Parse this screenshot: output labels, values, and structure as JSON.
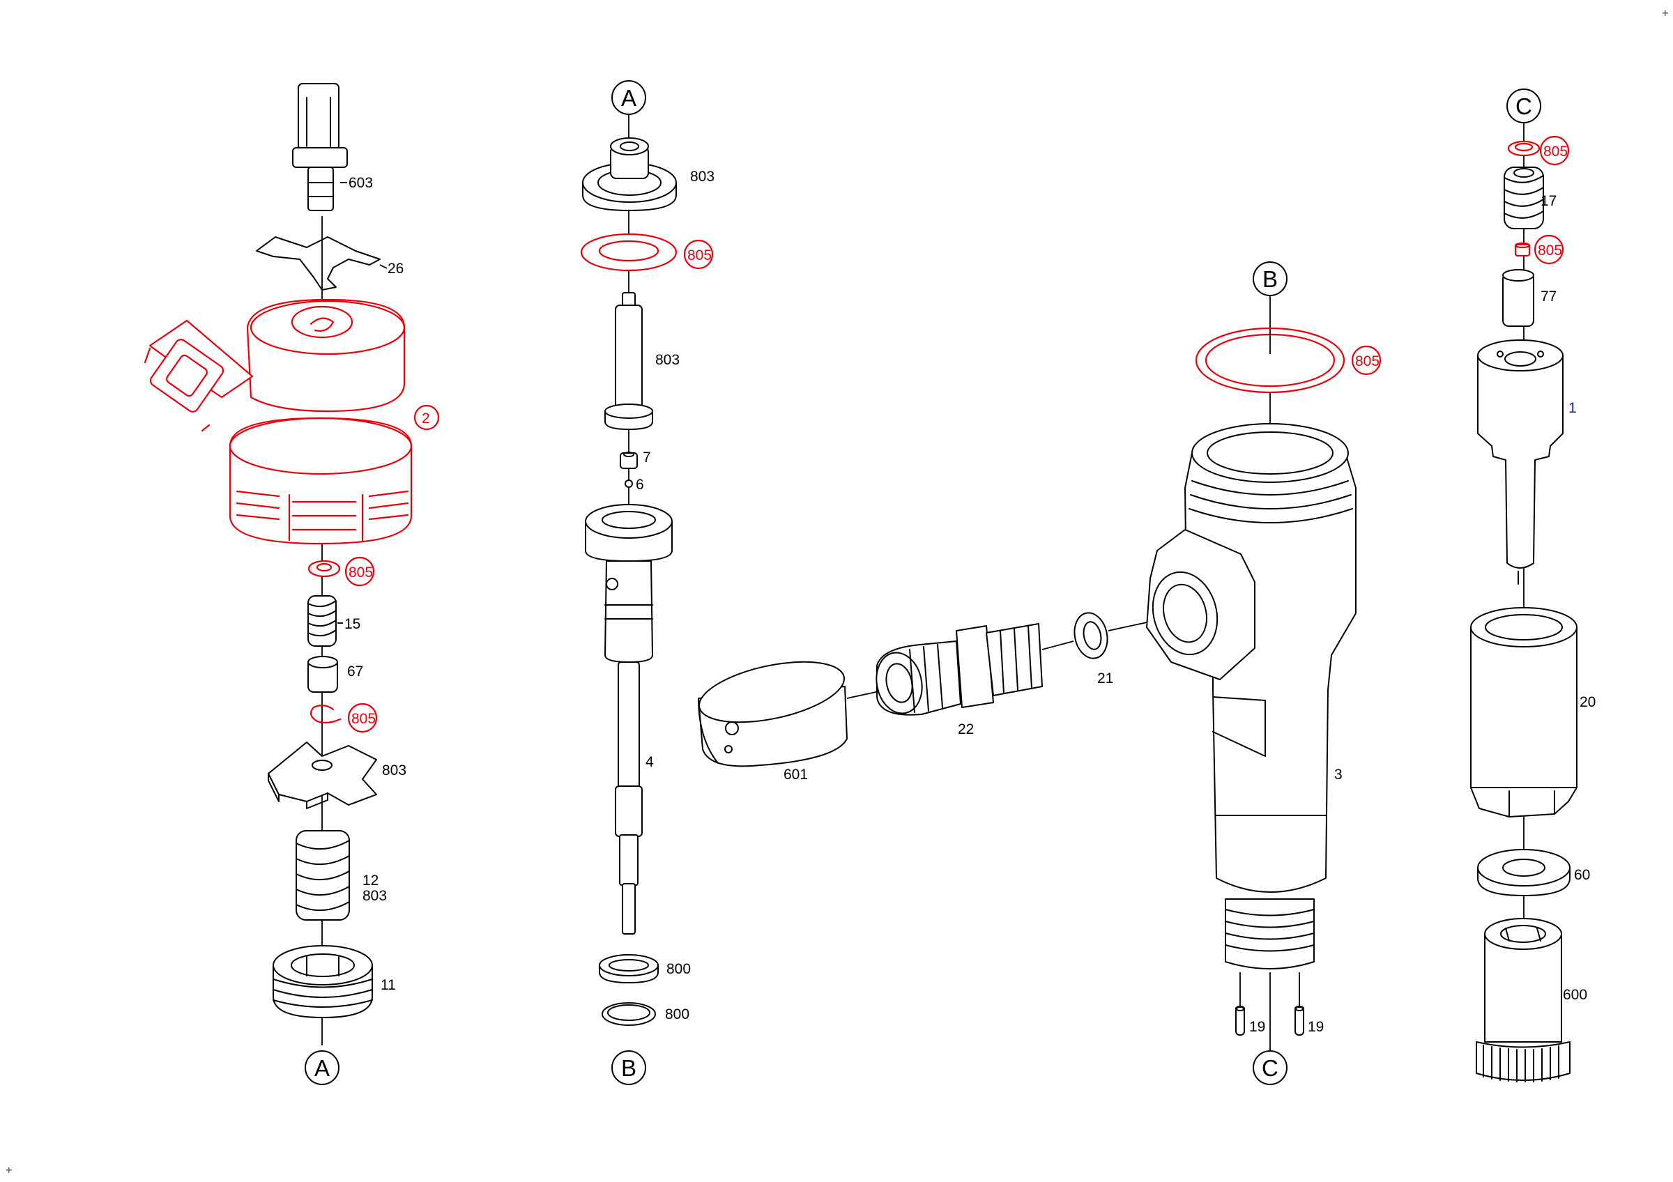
{
  "colors": {
    "line": "#000000",
    "highlight": "#e8000b",
    "blue_label": "#1a1aa8",
    "background": "#ffffff"
  },
  "corner_marks": [
    "+",
    "+"
  ],
  "refs": {
    "a_top": "A",
    "a_bottom": "A",
    "b_top": "B",
    "b_bottom": "B",
    "c_top": "C",
    "c_bottom": "C"
  },
  "labels": {
    "p603": "603",
    "p26": "26",
    "p2": "2",
    "p805_a": "805",
    "p15": "15",
    "p67": "67",
    "p805_b": "805",
    "p803_a": "803",
    "p12": "12",
    "p803_b": "803",
    "p11": "11",
    "p803_c": "803",
    "p805_c": "805",
    "p803_d": "803",
    "p7": "7",
    "p6": "6",
    "p4": "4",
    "p800_a": "800",
    "p800_b": "800",
    "p601": "601",
    "p22": "22",
    "p21": "21",
    "p805_d": "805",
    "p3": "3",
    "p19_a": "19",
    "p19_b": "19",
    "p805_e": "805",
    "p17": "17",
    "p805_f": "805",
    "p77": "77",
    "p1": "1",
    "p20": "20",
    "p60": "60",
    "p600": "600"
  },
  "highlighted_parts": [
    "2",
    "805"
  ],
  "blue_parts": [
    "1"
  ]
}
